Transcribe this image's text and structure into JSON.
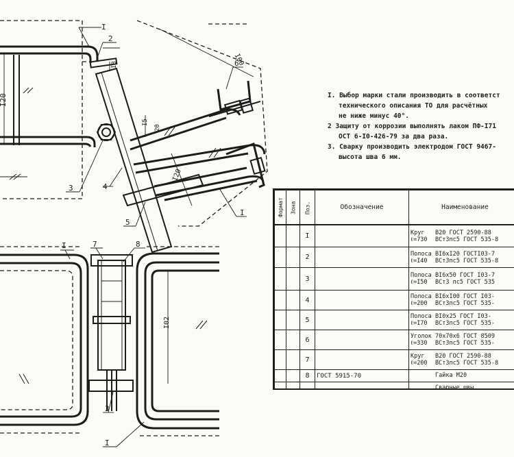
{
  "notes": [
    "I. Выбор марки стали производить в соответст",
    "технического описания ТО для расчётных",
    "не ниже минус 40°.",
    "2 Защиту от коррозии выполнять лаком ПФ-I71",
    "ОСТ 6-I0-426-79 за два раза.",
    "3. Сварку производить электродом ГОСТ 9467-",
    "высота шва 6 мм."
  ],
  "table": {
    "headers": {
      "format": "Формат",
      "zone": "Зона",
      "pos": "Поз.",
      "designation": "Обозначение",
      "name": "Наименование"
    },
    "rows": [
      {
        "pos": "I",
        "designation": "",
        "name_a": "Круг",
        "name_a2": "ℓ=730",
        "name_b": "В20 ГОСТ 2590-88",
        "name_b2": "ВСт3пс5 ГОСТ 535-8"
      },
      {
        "pos": "2",
        "designation": "",
        "name_a": "Полоса",
        "name_a2": "ℓ=I40",
        "name_b": "BI6xI20 ГОСТI03-7",
        "name_b2": "ВСт3пс5 ГОСТ 535-8"
      },
      {
        "pos": "3",
        "designation": "",
        "name_a": "Полоса",
        "name_a2": "ℓ=I50",
        "name_b": "BI6x50 ГОСТ I03-7",
        "name_b2": "ВСт3 пс5 ГОСТ 535"
      },
      {
        "pos": "4",
        "designation": "",
        "name_a": "Полоса",
        "name_a2": "ℓ=200",
        "name_b": "BI6xI00 ГОСТ I03-",
        "name_b2": "ВСт3пс5 ГОСТ 535-"
      },
      {
        "pos": "5",
        "designation": "",
        "name_a": "Полоса",
        "name_a2": "ℓ=I70",
        "name_b": "BI0x25 ГОСТ I03-",
        "name_b2": "ВСт3пс5 ГОСТ 535-"
      },
      {
        "pos": "6",
        "designation": "",
        "name_a": "Уголок",
        "name_a2": "ℓ=330",
        "name_b": "70x70x6 ГОСТ 8509",
        "name_b2": "ВСт3пс5 ГОСТ 535-"
      },
      {
        "pos": "7",
        "designation": "",
        "name_a": "Круг",
        "name_a2": "ℓ=200",
        "name_b": "В20 ГОСТ 2590-88",
        "name_b2": "ВСт3пс5 ГОСТ 535-8"
      },
      {
        "pos": "8",
        "designation": "ГОСТ 5915-70",
        "name_a": "",
        "name_a2": "",
        "name_b": "Гайка М20",
        "name_b2": ""
      },
      {
        "pos": "",
        "designation": "",
        "name_a": "",
        "name_a2": "",
        "name_b": "Сварные швы",
        "name_b2": ""
      }
    ]
  },
  "drawing_labels": {
    "pos_1_top": "I",
    "pos_2": "2",
    "pos_3_top": "3",
    "pos_4": "4",
    "pos_5": "5",
    "pos_6": "6",
    "pos_1_right": "I",
    "pos_1_bottom_left": "I",
    "pos_7": "7",
    "pos_8": "8",
    "pos_3_bottom": "3",
    "pos_1_bottom": "I",
    "dim_120": "I20",
    "dim_100": "I00",
    "dim_18": "I8",
    "dim_15": "I5",
    "dim_20": "20",
    "dim_120b": "I20",
    "dim_102": "I02"
  }
}
